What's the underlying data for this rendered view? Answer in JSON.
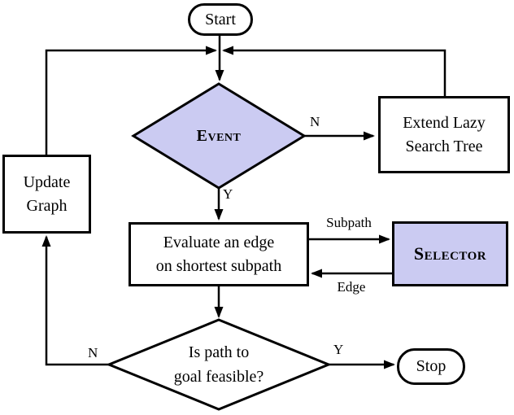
{
  "diagram": {
    "colors": {
      "node_fill": "#cbcbf2",
      "line": "#000000",
      "text": "#000000",
      "background": "#ffffff"
    },
    "nodes": {
      "start": {
        "label": "Start"
      },
      "event": {
        "label": "Event"
      },
      "extend_lazy": {
        "line1": "Extend Lazy",
        "line2": "Search Tree"
      },
      "update_graph": {
        "line1": "Update",
        "line2": "Graph"
      },
      "evaluate_edge": {
        "line1": "Evaluate an edge",
        "line2": "on shortest subpath"
      },
      "selector": {
        "label": "Selector"
      },
      "feasibility_check": {
        "line1": "Is path to",
        "line2": "goal feasible?"
      },
      "stop": {
        "label": "Stop"
      }
    },
    "edge_labels": {
      "event_no": "N",
      "event_yes": "Y",
      "to_selector": "Subpath",
      "from_selector": "Edge",
      "feasible_no": "N",
      "feasible_yes": "Y"
    }
  }
}
